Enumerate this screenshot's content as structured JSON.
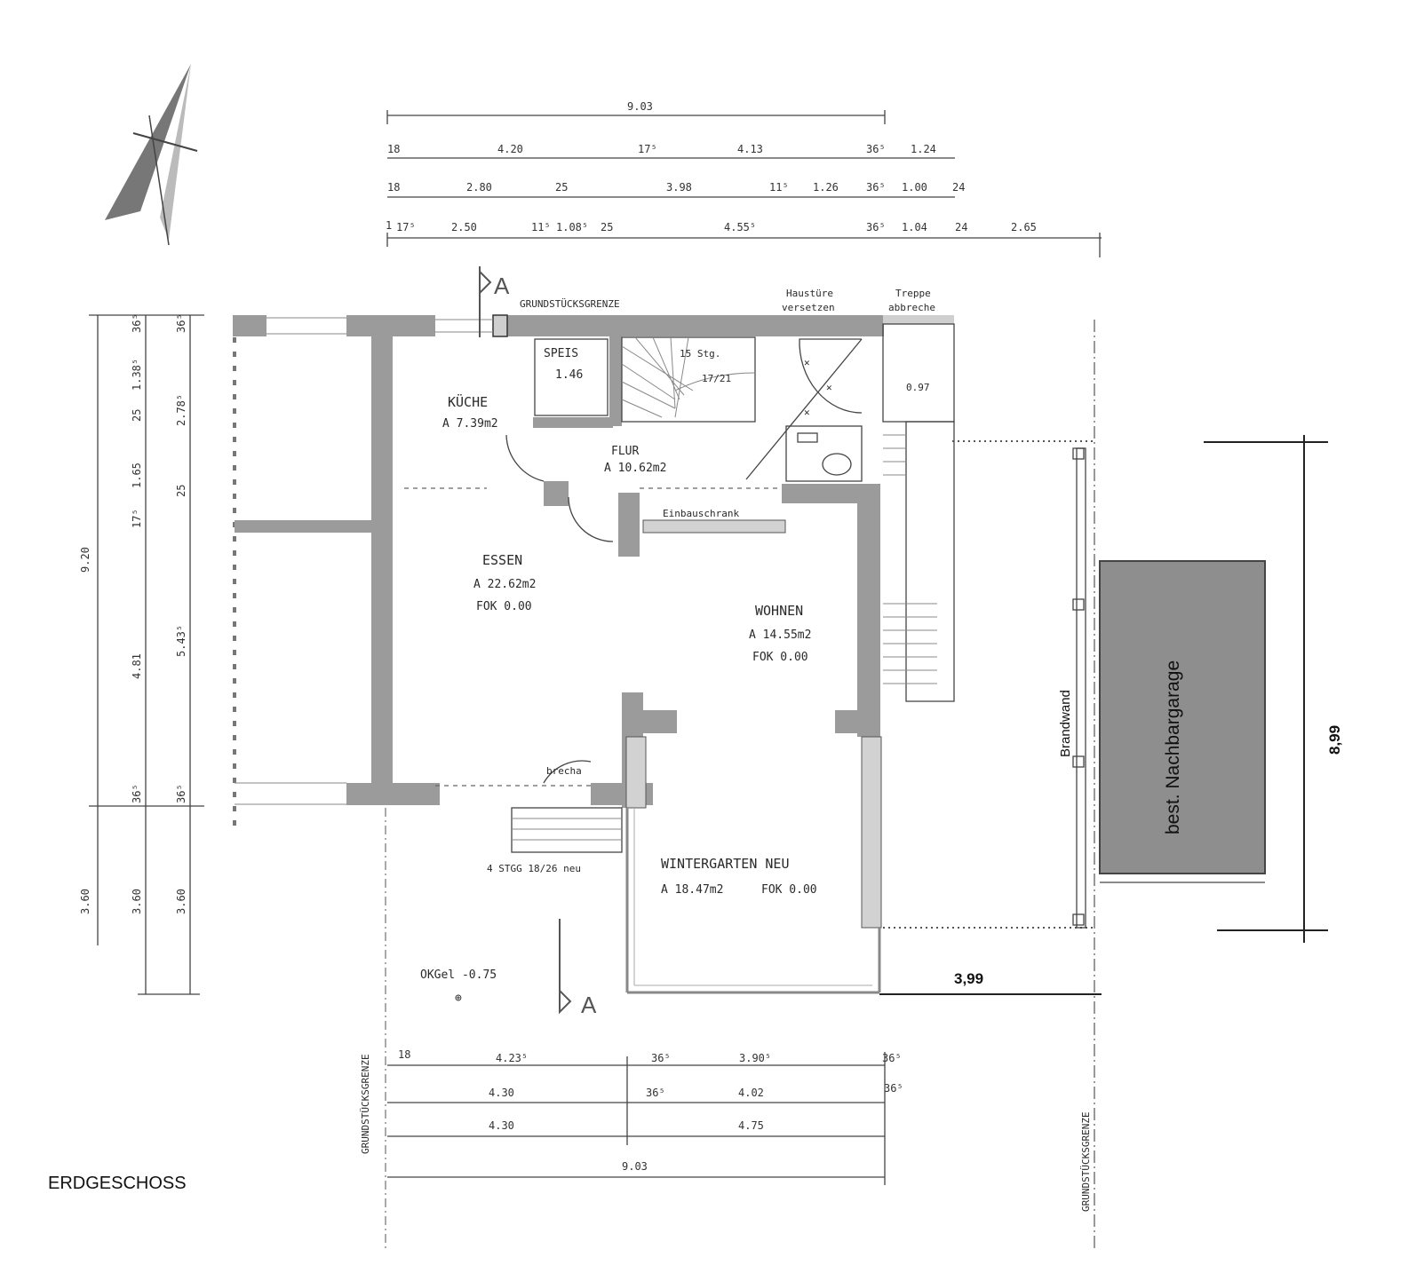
{
  "plan": {
    "floor_name": "ERDGESCHOSS",
    "property_line_label": "GRUNDSTÜCKSGRENZE",
    "section_mark": "A",
    "rooms": [
      {
        "name": "KÜCHE",
        "area": "A 7.39m2"
      },
      {
        "name": "SPEIS",
        "area": "1.46"
      },
      {
        "name": "FLUR",
        "area": "A 10.62m2"
      },
      {
        "name": "ESSEN",
        "area": "A 22.62m2",
        "level": "FOK 0.00"
      },
      {
        "name": "WOHNEN",
        "area": "A 14.55m2",
        "level": "FOK 0.00"
      },
      {
        "name": "WINTERGARTEN NEU",
        "area": "A 18.47m2",
        "level": "FOK 0.00"
      }
    ],
    "notes": {
      "haustuer": [
        "Haustüre",
        "versetzen"
      ],
      "treppe": [
        "Treppe",
        "abbreche"
      ],
      "stair_count": "15 Stg.",
      "stair_size": "17/21",
      "wc_area": "0.97",
      "einbauschrank": "Einbauschrank",
      "brecha": "brecha",
      "new_steps": "4 STGG 18/26 neu",
      "okgel": "OKGel -0.75",
      "brandwand": "Brandwand",
      "garage": "best. Nachbargarage",
      "garage_width": "3,99",
      "garage_depth": "8,99"
    },
    "top_dims": {
      "row1": [
        "9.03"
      ],
      "row2": [
        "18",
        "4.20",
        "17⁵",
        "4.13",
        "36⁵",
        "1.24"
      ],
      "row3": [
        "18",
        "2.80",
        "25",
        "3.98",
        "11⁵",
        "1.26",
        "36⁵",
        "1.00",
        "24"
      ],
      "row4": [
        "1",
        "17⁵",
        "2.50",
        "11⁵",
        "1.08⁵",
        "25",
        "4.55⁵",
        "36⁵",
        "1.04",
        "24",
        "2.65"
      ]
    },
    "bottom_dims": {
      "row1": [
        "18",
        "4.23⁵",
        "36⁵",
        "3.90⁵",
        "36⁵"
      ],
      "row2": [
        "4.30",
        "36⁵",
        "4.02",
        "36⁵"
      ],
      "row3": [
        "4.30",
        "4.75"
      ],
      "row4": [
        "9.03"
      ]
    },
    "left_dims": {
      "col1": [
        "9.20",
        "3.60"
      ],
      "col2": [
        "36⁵",
        "1.38⁵",
        "25",
        "1.65",
        "17⁵",
        "4.81",
        "36⁵",
        "3.60"
      ],
      "col3": [
        "36⁵",
        "2.78⁵",
        "25",
        "5.43⁵",
        "36⁵",
        "3.60"
      ]
    }
  }
}
